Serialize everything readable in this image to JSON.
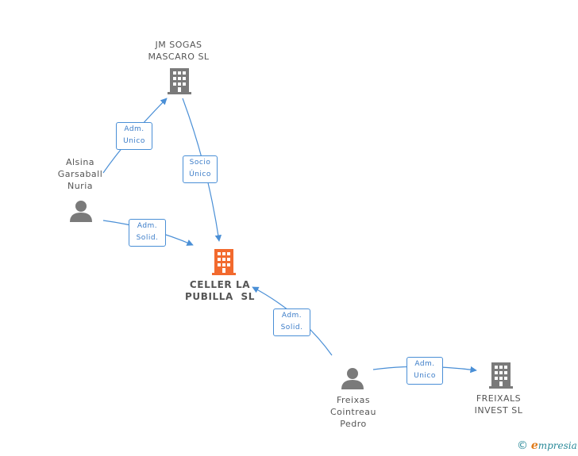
{
  "nodes": {
    "jm_sogas": {
      "label_line1": "JM SOGAS",
      "label_line2": "MASCARO SL",
      "icon": "building-icon",
      "color": "#7a7a7a"
    },
    "alsina": {
      "label_line1": "Alsina",
      "label_line2": "Garsaball",
      "label_line3": "Nuria",
      "icon": "person-icon",
      "color": "#7a7a7a"
    },
    "celler": {
      "label_line1": "CELLER LA",
      "label_line2": "PUBILLA  SL",
      "icon": "building-icon",
      "color": "#f26a2e"
    },
    "freixas": {
      "label_line1": "Freixas",
      "label_line2": "Cointreau",
      "label_line3": "Pedro",
      "icon": "person-icon",
      "color": "#7a7a7a"
    },
    "freixals": {
      "label_line1": "FREIXALS",
      "label_line2": "INVEST SL",
      "icon": "building-icon",
      "color": "#7a7a7a"
    }
  },
  "edges": {
    "alsina_jm": {
      "line1": "Adm.",
      "line2": "Unico"
    },
    "jm_celler": {
      "line1": "Socio",
      "line2": "Único"
    },
    "alsina_celler": {
      "line1": "Adm.",
      "line2": "Solid."
    },
    "freixas_celler": {
      "line1": "Adm.",
      "line2": "Solid."
    },
    "freixas_freixals": {
      "line1": "Adm.",
      "line2": "Unico"
    }
  },
  "colors": {
    "edge": "#4a8fd6",
    "accent": "#f26a2e",
    "node": "#7a7a7a"
  },
  "footer": {
    "copyright": "©",
    "brand_initial": "e",
    "brand_rest": "mpresia"
  }
}
